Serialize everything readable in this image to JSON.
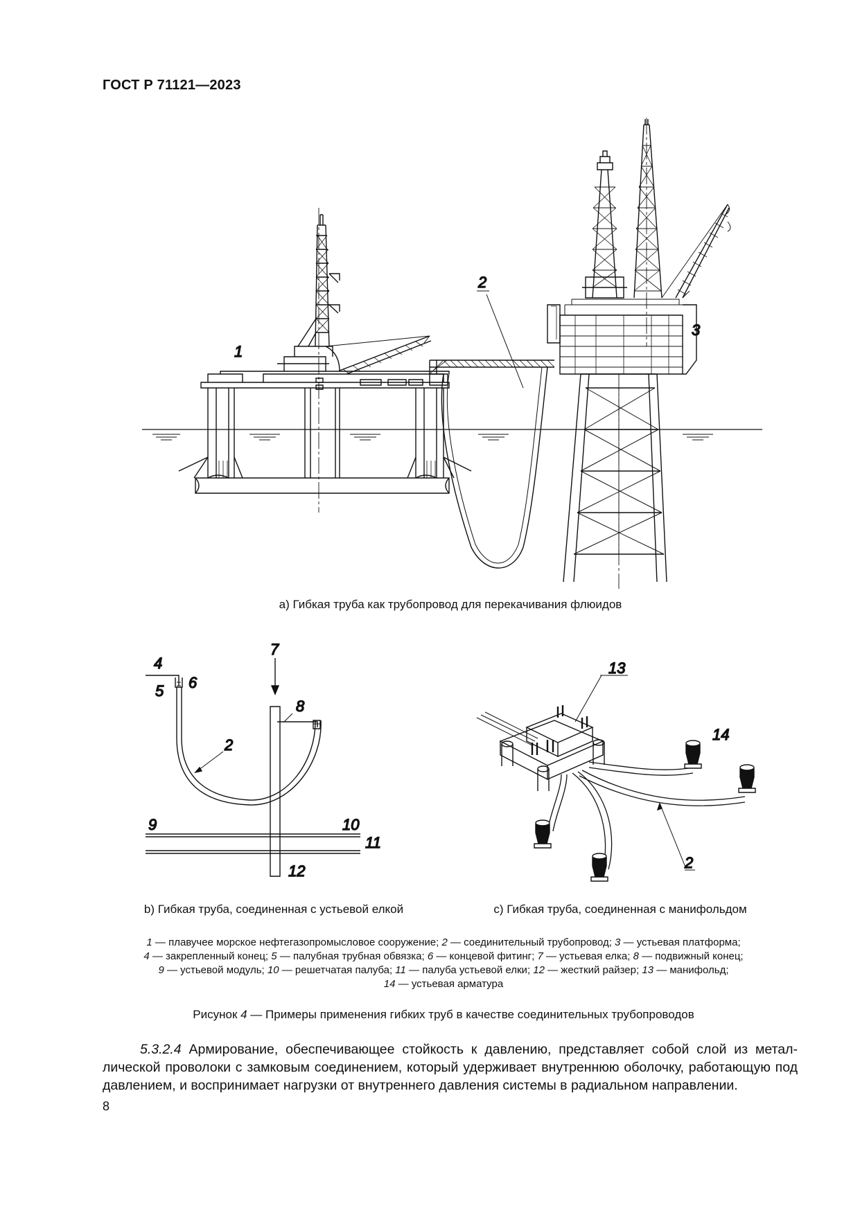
{
  "header": {
    "doc_id": "ГОСТ Р 71121—2023"
  },
  "figure": {
    "part_a": {
      "caption": "a) Гибкая труба как трубопровод для перекачивания флюидов",
      "labels": [
        "1",
        "2",
        "3"
      ]
    },
    "part_b": {
      "caption": "b) Гибкая труба, соединенная с устьевой елкой",
      "labels": [
        "4",
        "5",
        "6",
        "7",
        "8",
        "2",
        "9",
        "10",
        "11",
        "12"
      ]
    },
    "part_c": {
      "caption": "c) Гибкая труба, соединенная с манифольдом",
      "labels": [
        "13",
        "14",
        "2"
      ]
    },
    "legend": [
      {
        "num": "1",
        "text": " — плавучее морское нефтегазопромысловое сооружение; "
      },
      {
        "num": "2",
        "text": " — соединительный трубопровод;  "
      },
      {
        "num": "3",
        "text": " — устьевая платформа;"
      },
      {
        "num": "4",
        "text": " — закрепленный конец; "
      },
      {
        "num": "5",
        "text": " — палубная трубная обвязка; "
      },
      {
        "num": "6",
        "text": " — концевой фитинг; "
      },
      {
        "num": "7",
        "text": " — устьевая елка; "
      },
      {
        "num": "8",
        "text": " — подвижный конец;"
      },
      {
        "num": "9",
        "text": " — устьевой модуль; "
      },
      {
        "num": "10",
        "text": " — решетчатая палуба; "
      },
      {
        "num": "11",
        "text": " — палуба устьевой елки; "
      },
      {
        "num": "12",
        "text": " — жесткий райзер; "
      },
      {
        "num": "13",
        "text": " — манифольд;"
      },
      {
        "num": "14",
        "text": " — устьевая арматура"
      }
    ],
    "title_prefix": "Рисунок ",
    "title_num": "4",
    "title_text": " — Примеры применения гибких труб в качестве соединительных трубопроводов"
  },
  "paragraph": {
    "number": "5.3.2.4",
    "text": " Армирование, обеспечивающее стойкость к давлению, представляет собой слой из метал-лической проволоки с замковым соединением, который удерживает внутреннюю оболочку, работающую под давлением, и воспринимает нагрузки от внутреннего давления системы в радиальном направлении."
  },
  "page_number": "8"
}
